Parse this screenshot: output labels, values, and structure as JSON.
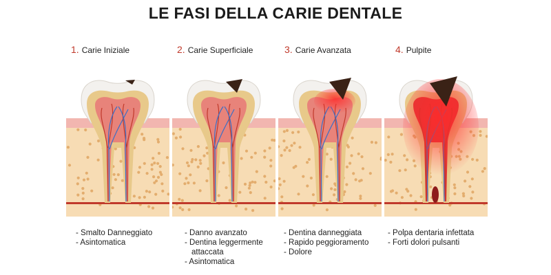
{
  "title": "LE FASI DELLA CARIE DENTALE",
  "colors": {
    "accent": "#c0392b",
    "gum": "#f2b6b0",
    "bone": "#f7dcb4",
    "enamel": "#f3f1ee",
    "dentin": "#e8c98a",
    "pulp": "#d94a4a",
    "cavity": "#3a2216"
  },
  "stages": [
    {
      "number": "1.",
      "name": "Carie Iniziale",
      "notes": [
        "Smalto Danneggiato",
        "Asintomatica"
      ]
    },
    {
      "number": "2.",
      "name": "Carie Superficiale",
      "notes": [
        "Danno avanzato",
        "Dentina leggermente attaccata",
        "Asintomatica"
      ]
    },
    {
      "number": "3.",
      "name": "Carie Avanzata",
      "notes": [
        "Dentina danneggiata",
        "Rapido peggioramento",
        "Dolore"
      ]
    },
    {
      "number": "4.",
      "name": "Pulpite",
      "notes": [
        "Polpa dentaria infettata",
        "Forti dolori pulsanti"
      ]
    }
  ]
}
